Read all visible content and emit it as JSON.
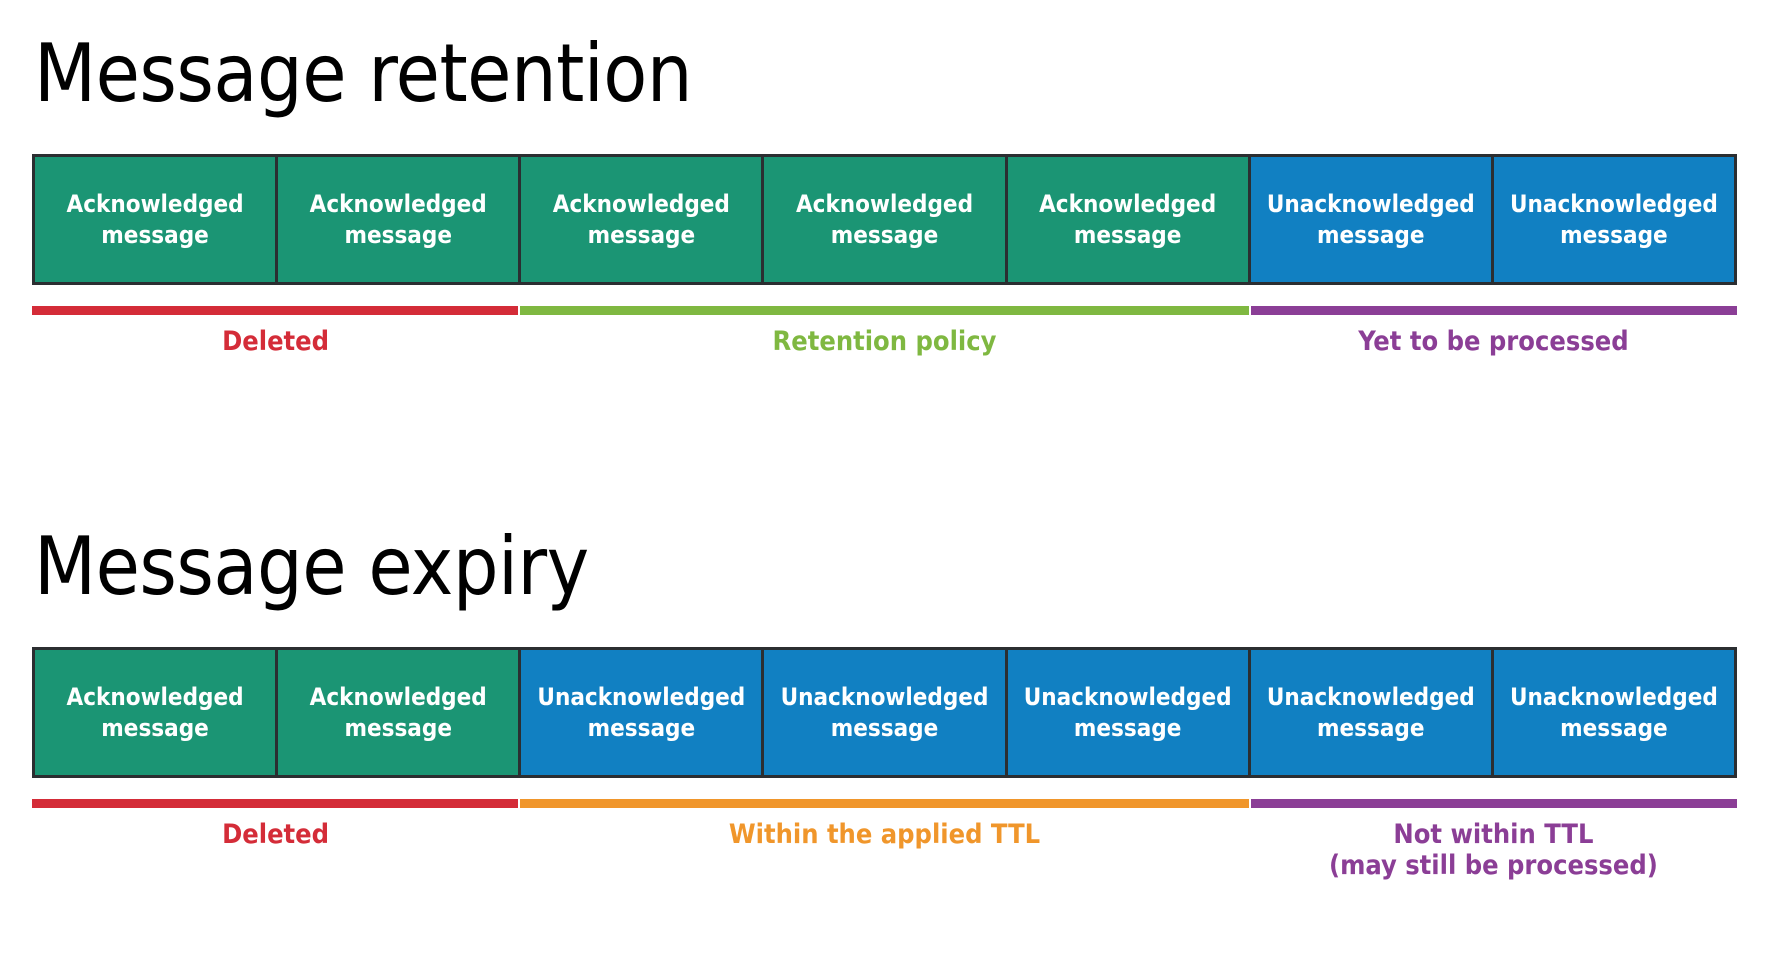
{
  "slide": {
    "background_color": "#ffffff",
    "box_border_color": "#2b2e31",
    "colors": {
      "acknowledged": "#1b9574",
      "unacknowledged": "#1180c2",
      "deleted": "#d42c38",
      "retention": "#7fb841",
      "yet_to_be_processed": "#8b3e96",
      "within_ttl": "#f0962b",
      "not_within_ttl": "#8b3e96"
    }
  },
  "sections": [
    {
      "id": "message-retention",
      "title": "Message retention",
      "boxes": [
        {
          "state": "ack",
          "label": "Acknowledged\nmessage"
        },
        {
          "state": "ack",
          "label": "Acknowledged\nmessage"
        },
        {
          "state": "ack",
          "label": "Acknowledged\nmessage"
        },
        {
          "state": "ack",
          "label": "Acknowledged\nmessage"
        },
        {
          "state": "ack",
          "label": "Acknowledged\nmessage"
        },
        {
          "state": "unack",
          "label": "Unacknowledged\nmessage"
        },
        {
          "state": "unack",
          "label": "Unacknowledged\nmessage"
        }
      ],
      "legend": [
        {
          "id": "deleted",
          "label": "Deleted",
          "color": "#d42c38",
          "span": 2
        },
        {
          "id": "retention-policy",
          "label": "Retention policy",
          "color": "#7fb841",
          "span": 3
        },
        {
          "id": "yet-to-be-processed",
          "label": "Yet to be processed",
          "color": "#8b3e96",
          "span": 2
        }
      ]
    },
    {
      "id": "message-expiry",
      "title": "Message expiry",
      "boxes": [
        {
          "state": "ack",
          "label": "Acknowledged\nmessage"
        },
        {
          "state": "ack",
          "label": "Acknowledged\nmessage"
        },
        {
          "state": "unack",
          "label": "Unacknowledged\nmessage"
        },
        {
          "state": "unack",
          "label": "Unacknowledged\nmessage"
        },
        {
          "state": "unack",
          "label": "Unacknowledged\nmessage"
        },
        {
          "state": "unack",
          "label": "Unacknowledged\nmessage"
        },
        {
          "state": "unack",
          "label": "Unacknowledged\nmessage"
        }
      ],
      "legend": [
        {
          "id": "deleted",
          "label": "Deleted",
          "color": "#d42c38",
          "span": 2
        },
        {
          "id": "within-ttl",
          "label": "Within the applied TTL",
          "color": "#f0962b",
          "span": 3
        },
        {
          "id": "not-within-ttl",
          "label": "Not within TTL\n(may still be processed)",
          "color": "#8b3e96",
          "span": 2
        }
      ]
    }
  ]
}
